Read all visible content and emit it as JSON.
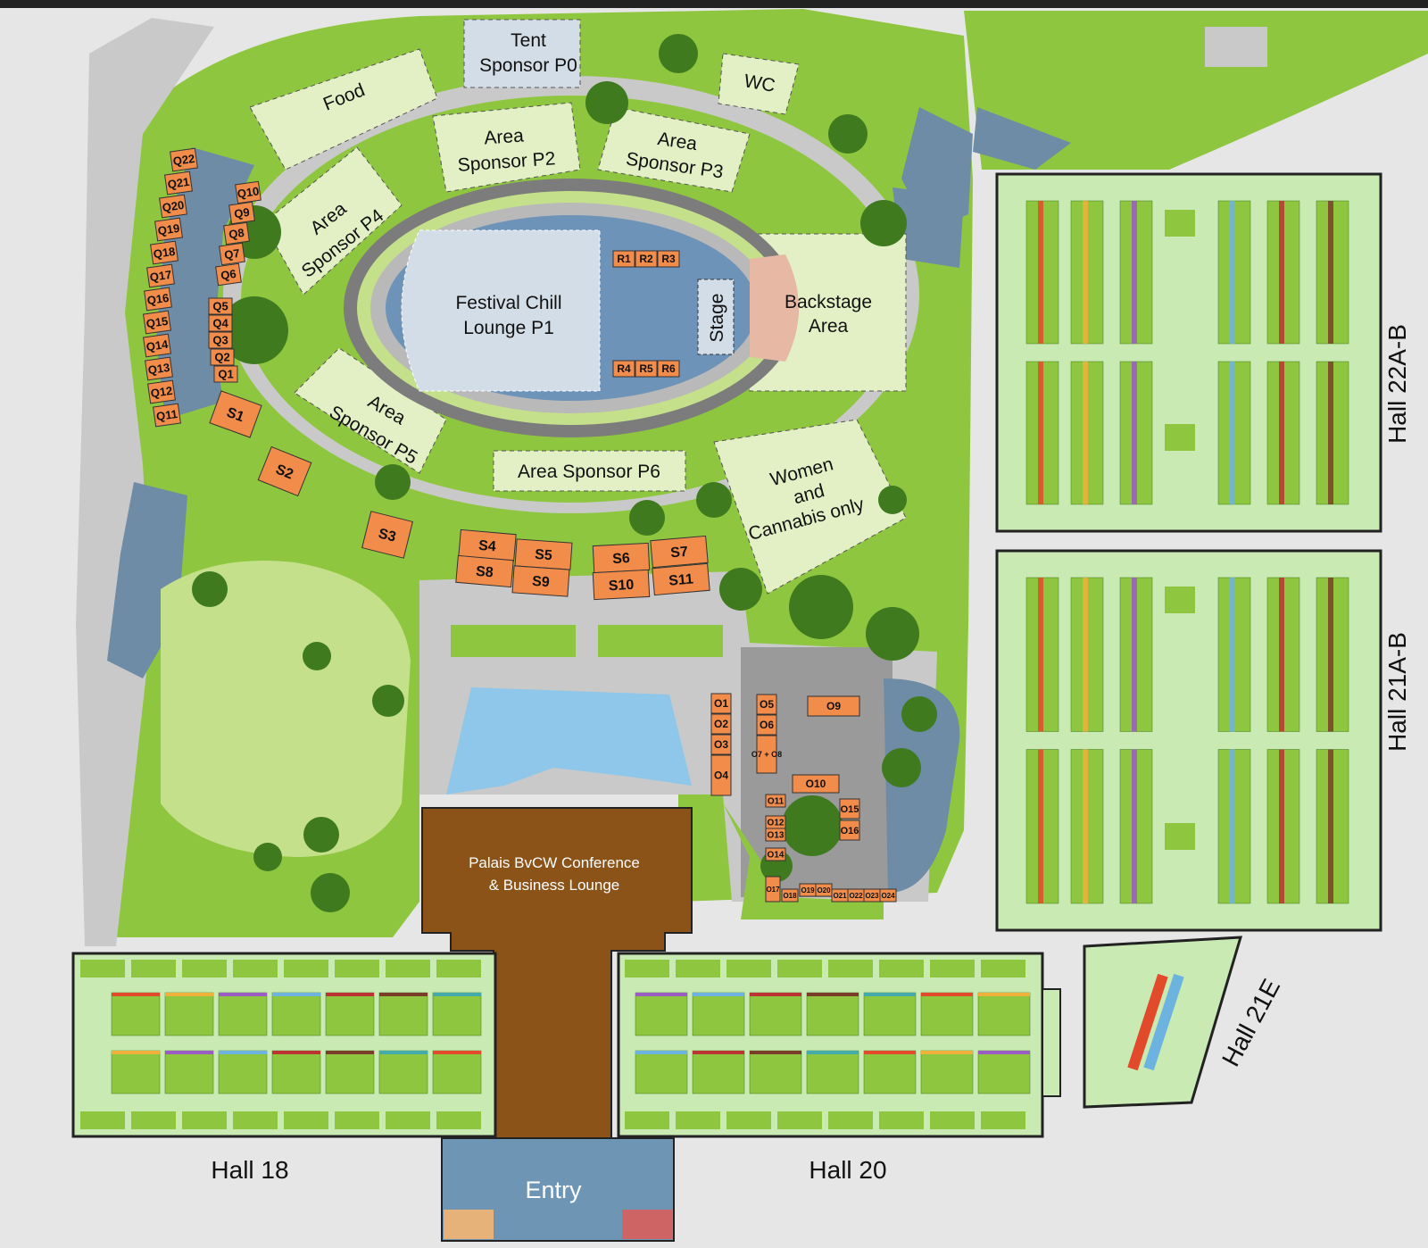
{
  "colors": {
    "background": "#e6e6e6",
    "park_green": "#8fc63f",
    "light_green": "#c4e08a",
    "pale_area": "#e3f0c5",
    "path_grey": "#c9c9c9",
    "building_blue": "#6f8ca6",
    "orange_booth": "#f28c4a",
    "stage_blue": "#6d93b8",
    "lounge_blue": "#d3dde7",
    "backstage": "#e7b8a4",
    "conference_brown": "#8b5318",
    "pond": "#8ec7ea",
    "hall_floor": "#c9eab3",
    "tree_dark": "#3f7a1f",
    "entry_blue": "#6e95b4",
    "entry_left": "#e7b27a",
    "entry_right": "#cf6465"
  },
  "zones": {
    "tent": [
      "Tent",
      "Sponsor P0"
    ],
    "wc": "WC",
    "food": "Food",
    "p2": [
      "Area",
      "Sponsor P2"
    ],
    "p3": [
      "Area",
      "Sponsor P3"
    ],
    "p4": [
      "Area",
      "Sponsor P4"
    ],
    "p5": [
      "Area",
      "Sponsor P5"
    ],
    "p6": "Area Sponsor P6",
    "chill": [
      "Festival Chill",
      "Lounge P1"
    ],
    "stage": "Stage",
    "backstage": [
      "Backstage",
      "Area"
    ],
    "women": [
      "Women",
      "and",
      "Cannabis only"
    ],
    "conference": [
      "Palais BvCW Conference",
      "& Business Lounge"
    ],
    "entry": "Entry"
  },
  "booths": {
    "q_outer": [
      "Q22",
      "Q21",
      "Q20",
      "Q19",
      "Q18",
      "Q17",
      "Q16",
      "Q15",
      "Q14",
      "Q13",
      "Q12",
      "Q11"
    ],
    "q_inner_top": [
      "Q10",
      "Q9",
      "Q8",
      "Q7",
      "Q6"
    ],
    "q_inner_bottom": [
      "Q5",
      "Q4",
      "Q3",
      "Q2",
      "Q1"
    ],
    "s_side": [
      "S1",
      "S2",
      "S3"
    ],
    "s_row_top": [
      "S4",
      "S5",
      "S6",
      "S7"
    ],
    "s_row_bottom": [
      "S8",
      "S9",
      "S10",
      "S11"
    ],
    "r_top": [
      "R1",
      "R2",
      "R3"
    ],
    "r_bottom": [
      "R4",
      "R5",
      "R6"
    ],
    "o_left_col": [
      "O1",
      "O2",
      "O3",
      "O4"
    ],
    "o_mid_col": [
      "O5",
      "O6",
      "O7 + O8"
    ],
    "o_9": "O9",
    "o_10": "O10",
    "o_left2": [
      "O11",
      "O12",
      "O13",
      "O14"
    ],
    "o_right2": [
      "O15",
      "O16"
    ],
    "o_bottom": [
      "O17",
      "O18",
      "O19",
      "O20",
      "O21",
      "O22",
      "O23",
      "O24"
    ]
  },
  "halls": {
    "h18": "Hall 18",
    "h20": "Hall 20",
    "h22": "Hall 22A-B",
    "h21": "Hall 21A-B",
    "h21e": "Hall 21E"
  }
}
